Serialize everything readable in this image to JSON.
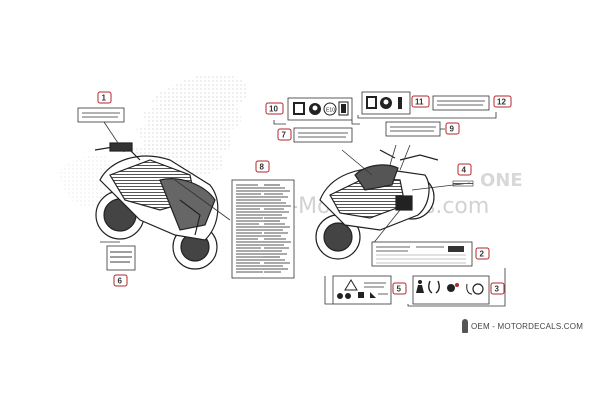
{
  "watermark": {
    "domain_line": "OEM-MotorDecals.com",
    "brand_fragment": "ONE"
  },
  "footer": {
    "brand_text": "OEM - MOTORDECALS.COM"
  },
  "callouts": {
    "c1": "1",
    "c2": "2",
    "c3": "3",
    "c4": "4",
    "c5": "5",
    "c6": "6",
    "c7": "7",
    "c8": "8",
    "c9": "9",
    "c10": "10",
    "c11": "11",
    "c12": "12"
  },
  "icons": {
    "c10_row": [
      "book-icon",
      "helmet-icon",
      "e10-fuel-icon",
      "octane-icon"
    ],
    "c11_row": [
      "book-icon",
      "helmet-icon",
      "tire-icon"
    ],
    "c3_row": [
      "rider-icon",
      "fork-icon",
      "chain-icon",
      "tire-icon"
    ],
    "c10_e10_label": "E10"
  },
  "colors": {
    "callout_border": "#b3262b",
    "line": "#333333",
    "watermark": "#cfcfcf"
  }
}
